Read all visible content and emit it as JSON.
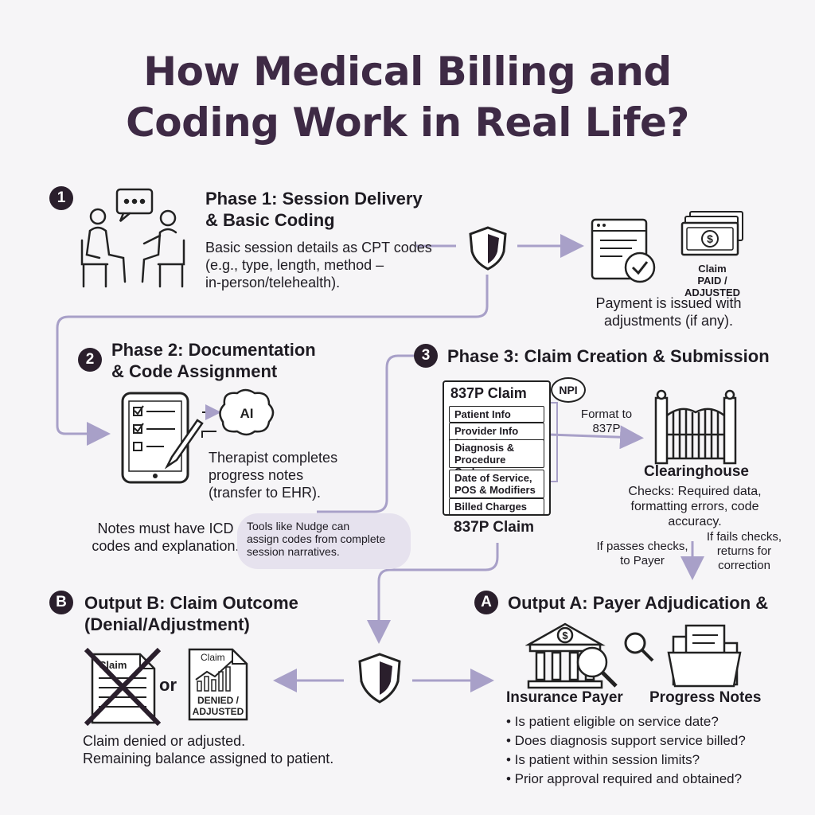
{
  "title": {
    "line1": "How Medical Billing and",
    "line2": "Coding Work in Real Life?"
  },
  "phase1": {
    "badge": "1",
    "heading_line1": "Phase 1: Session Delivery",
    "heading_line2": "& Basic Coding",
    "desc_line1": "Basic session details as CPT codes",
    "desc_line2": "(e.g., type, length, method –",
    "desc_line3": "in-person/telehealth)."
  },
  "payment": {
    "claim_label": "Claim",
    "status_label": "PAID / ADJUSTED",
    "desc_line1": "Payment is issued with",
    "desc_line2": "adjustments (if any)."
  },
  "phase2": {
    "badge": "2",
    "heading_line1": "Phase 2: Documentation",
    "heading_line2": "& Code Assignment",
    "ai_label": "AI",
    "desc_line1": "Therapist completes",
    "desc_line2": "progress notes",
    "desc_line3": "(transfer to EHR).",
    "notes_line1": "Notes must have ICD",
    "notes_line2": "codes and explanation.",
    "tools_line1": "Tools like Nudge can",
    "tools_line2": "assign codes from complete",
    "tools_line3": "session narratives."
  },
  "phase3": {
    "badge": "3",
    "heading": "Phase 3: Claim Creation & Submission",
    "claim_title": "837P Claim",
    "npi_label": "NPI",
    "fields": [
      "Patient Info",
      "Provider Info (NPI)",
      "Diagnosis & Procedure Codes",
      "Date of Service, POS & Modifiers",
      "Billed Charges"
    ],
    "claim_caption": "837P Claim",
    "format_line1": "Format to",
    "format_line2": "837P",
    "clearinghouse_label": "Clearinghouse",
    "checks_line1": "Checks: Required data,",
    "checks_line2": "formatting errors, code",
    "checks_line3": "accuracy.",
    "pass_line1": "If passes checks,",
    "pass_line2": "to Payer",
    "fail_line1": "If fails checks,",
    "fail_line2": "returns for",
    "fail_line3": "correction"
  },
  "outputB": {
    "badge": "B",
    "heading_line1": "Output B: Claim Outcome",
    "heading_line2": "(Denial/Adjustment)",
    "claim_label": "Claim",
    "or_label": "or",
    "claim2_label": "Claim",
    "denied_line1": "DENIED /",
    "denied_line2": "ADJUSTED",
    "desc_line1": "Claim denied or adjusted.",
    "desc_line2": "Remaining balance assigned to patient."
  },
  "outputA": {
    "badge": "A",
    "heading": "Output A: Payer Adjudication &",
    "payer_label": "Insurance Payer",
    "notes_label": "Progress Notes",
    "questions": [
      "• Is patient eligible on service date?",
      "• Does diagnosis support service billed?",
      "• Is patient within session limits?",
      "• Prior approval required and obtained?"
    ]
  },
  "colors": {
    "title": "#3e2a45",
    "badge": "#2a1f2c",
    "connector": "#a8a0c8",
    "bubble": "#e6e2ee"
  }
}
